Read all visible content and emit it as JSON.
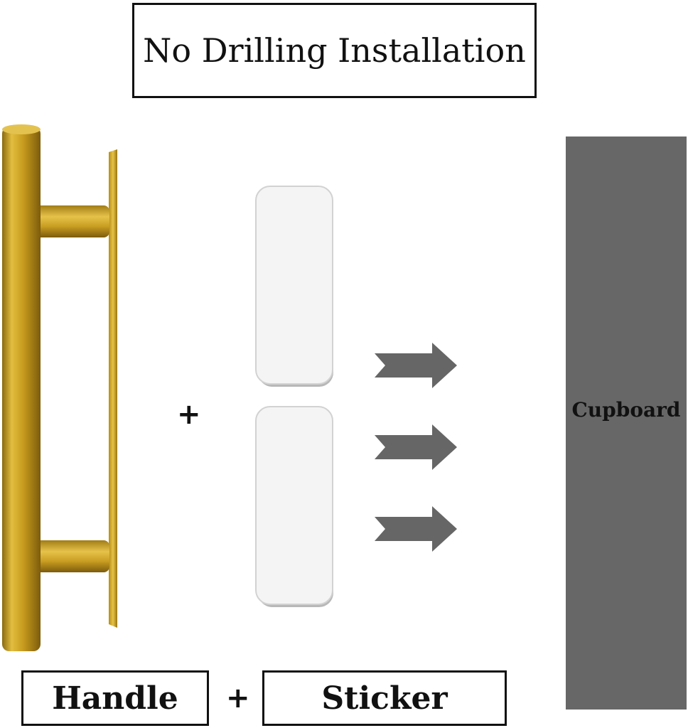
{
  "title": "No Drilling Installation",
  "labels": {
    "handle": "Handle",
    "sticker": "Sticker",
    "cupboard": "Cupboard"
  },
  "operators": {
    "plus_middle": "+",
    "plus_bottom": "+"
  },
  "colors": {
    "handle_gold": "#C9A227",
    "cupboard_gray": "#676767",
    "arrow_gray": "#666666",
    "sticker_fill": "#F4F4F4"
  },
  "icons": [
    "gold-bar-handle-icon",
    "sticker-pad-icon",
    "right-arrow-icon"
  ]
}
